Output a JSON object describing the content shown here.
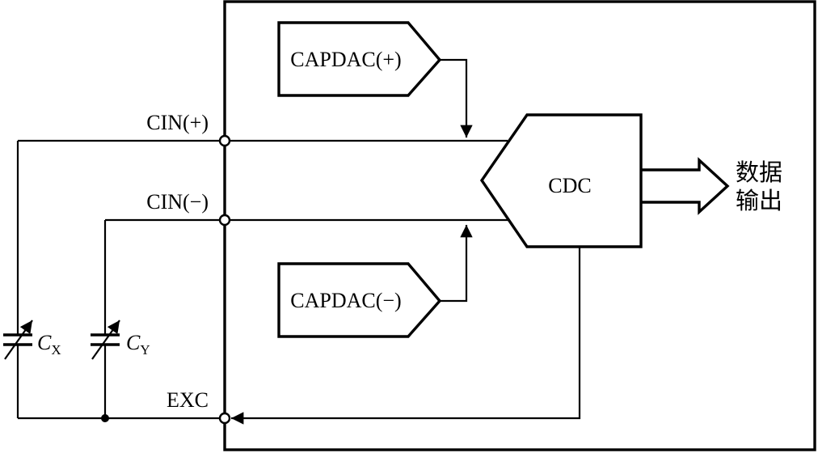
{
  "labels": {
    "capdac_plus": "CAPDAC(+)",
    "capdac_minus": "CAPDAC(−)",
    "cdc": "CDC",
    "cin_plus": "CIN(+)",
    "cin_minus": "CIN(−)",
    "exc": "EXC",
    "output_line1": "数据",
    "output_line2": "输出",
    "cx_main": "C",
    "cx_sub": "X",
    "cy_main": "C",
    "cy_sub": "Y"
  }
}
